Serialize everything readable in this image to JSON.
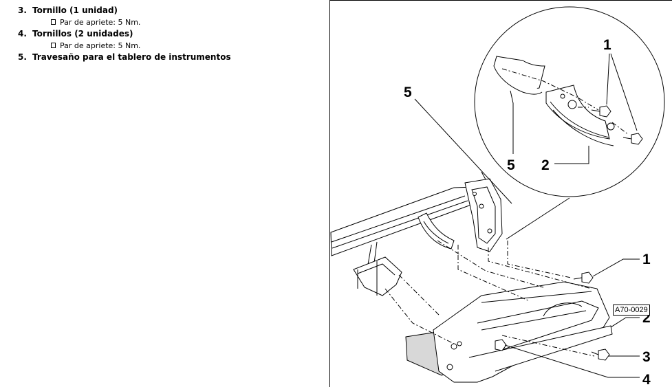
{
  "items": [
    {
      "number": "3.",
      "title": "Tornillo (1 unidad)",
      "note": "Par de apriete: 5 Nm."
    },
    {
      "number": "4.",
      "title": "Tornillos (2 unidades)",
      "note": "Par de apriete: 5 Nm."
    },
    {
      "number": "5.",
      "title": "Travesaño para el tablero de instrumentos",
      "note": null
    }
  ],
  "diagram": {
    "reference_code": "A70-0029",
    "detail_callouts": {
      "c1": "1",
      "c5": "5",
      "c2": "2"
    },
    "main_callouts": {
      "c5": "5",
      "c1": "1",
      "c2": "2",
      "c3": "3",
      "c4": "4"
    }
  }
}
